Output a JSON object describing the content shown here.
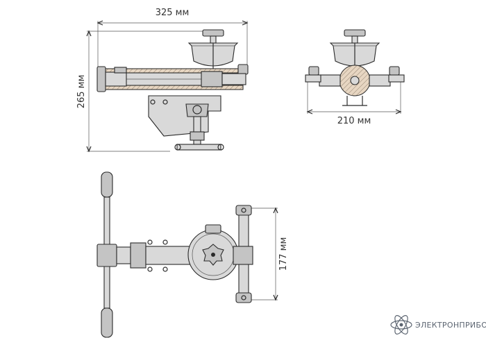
{
  "dimensions": {
    "width_front": "325 мм",
    "height_front": "265 мм",
    "width_side": "210 мм",
    "height_top": "177 мм"
  },
  "logo": {
    "text": "ЭЛЕКТРОНПРИБОР",
    "icon": "atom-icon",
    "color": "#5b6470"
  },
  "accent_colors": {
    "section_fill": "#e7d6c2",
    "metal_fill": "#d9d9d9"
  }
}
